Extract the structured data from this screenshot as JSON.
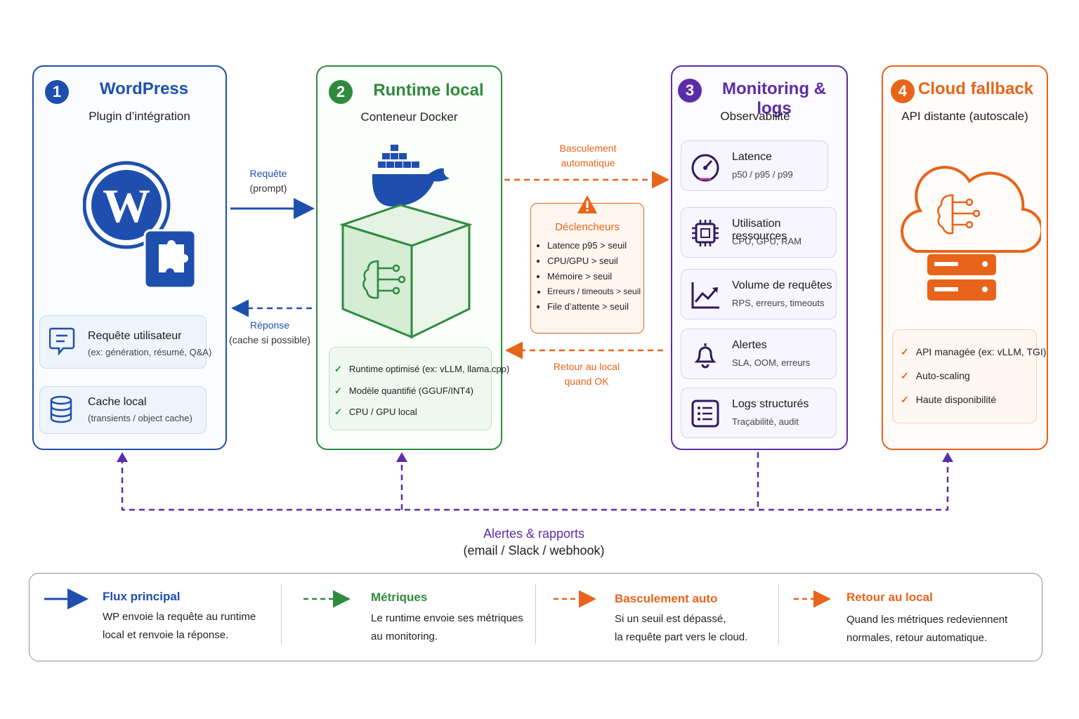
{
  "panels": {
    "wordpress": {
      "number": "1",
      "title": "WordPress",
      "subtitle": "Plugin d’intégration",
      "cards": [
        {
          "title": "Requête utilisateur",
          "desc": "(ex: génération, résumé, Q&A)"
        },
        {
          "title": "Cache local",
          "desc": "(transients / object cache)"
        }
      ]
    },
    "runtime": {
      "number": "2",
      "title": "Runtime local",
      "subtitle": "Conteneur Docker",
      "checks": [
        "Runtime optimisé (ex: vLLM, llama.cpp)",
        "Modèle quantifié (GGUF/INT4)",
        "CPU / GPU local"
      ]
    },
    "monitoring": {
      "number": "3",
      "title": "Monitoring & logs",
      "subtitle": "Observabilité",
      "cards": [
        {
          "title": "Latence",
          "desc": "p50 / p95 / p99",
          "icon": "gauge-icon"
        },
        {
          "title": "Utilisation ressources",
          "desc": "CPU, GPU, RAM",
          "icon": "chip-icon"
        },
        {
          "title": "Volume de requêtes",
          "desc": "RPS, erreurs, timeouts",
          "icon": "line-chart-icon"
        },
        {
          "title": "Alertes",
          "desc": "SLA, OOM, erreurs",
          "icon": "bell-icon"
        },
        {
          "title": "Logs structurés",
          "desc": "Traçabilité, audit",
          "icon": "list-icon"
        }
      ]
    },
    "cloud": {
      "number": "4",
      "title": "Cloud fallback",
      "subtitle": "API distante (autoscale)",
      "checks": [
        "API managée (ex: vLLM, TGI)",
        "Auto-scaling",
        "Haute disponibilité"
      ]
    }
  },
  "arrows": {
    "request": {
      "line1": "Requête",
      "line2": "(prompt)"
    },
    "response": {
      "line1": "Réponse",
      "line2": "(cache si possible)"
    },
    "switch": {
      "line1": "Basculement",
      "line2": "automatique"
    },
    "back": {
      "line1": "Retour au local",
      "line2": "quand OK"
    }
  },
  "triggers": {
    "title": "Déclencheurs",
    "items": [
      "Latence p95 > seuil",
      "CPU/GPU > seuil",
      "Mémoire > seuil",
      "Erreurs / timeouts > seuil",
      "File d’attente > seuil"
    ]
  },
  "alerts": {
    "line1": "Alertes & rapports",
    "line2": "(email / Slack / webhook)"
  },
  "legend": [
    {
      "title": "Flux principal",
      "line1": "WP envoie la requête au runtime",
      "line2": "local et renvoie la réponse."
    },
    {
      "title": "Métriques",
      "line1": "Le runtime envoie ses métriques",
      "line2": "au monitoring."
    },
    {
      "title": "Basculement auto",
      "line1": "Si un seuil est dépassé,",
      "line2": "la requête part vers le cloud."
    },
    {
      "title": "Retour au local",
      "line1": "Quand les métriques redeviennent",
      "line2": "normales, retour automatique."
    }
  ],
  "colors": {
    "blue": "#1f4fae",
    "green": "#2e8b3e",
    "purple": "#5b2da8",
    "orange": "#e8641a"
  }
}
